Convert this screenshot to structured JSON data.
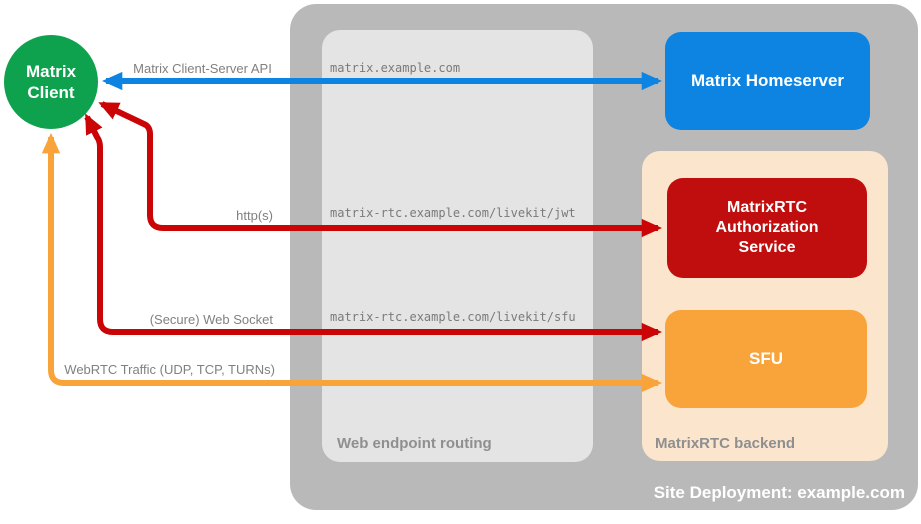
{
  "colors": {
    "bg": "#ffffff",
    "green": "#0FA24E",
    "blue": "#0D84E2",
    "red_box": "#C00D0D",
    "red_arrow": "#CB0505",
    "orange": "#F9A43A",
    "peach": "#FBE5CC",
    "outer_gray": "#B9B9B9",
    "inner_gray": "#E4E4E4",
    "label_gray": "#808080"
  },
  "nodes": {
    "client": {
      "label": "Matrix Client"
    },
    "homeserver": {
      "label": "Matrix Homeserver"
    },
    "auth_service": {
      "label": "MatrixRTC Authorization Service"
    },
    "sfu": {
      "label": "SFU"
    }
  },
  "containers": {
    "site": {
      "label": "Site Deployment: example.com"
    },
    "routing": {
      "label": "Web endpoint routing"
    },
    "backend": {
      "label": "MatrixRTC backend"
    }
  },
  "connections": [
    {
      "protocol": "Matrix Client-Server API",
      "endpoint": "matrix.example.com",
      "color": "blue",
      "from": "Matrix Client",
      "to": "Matrix Homeserver",
      "bidirectional": true
    },
    {
      "protocol": "http(s)",
      "endpoint": "matrix-rtc.example.com/livekit/jwt",
      "color": "red",
      "from": "Matrix Client",
      "to": "MatrixRTC Authorization Service",
      "bidirectional": true
    },
    {
      "protocol": "(Secure) Web Socket",
      "endpoint": "matrix-rtc.example.com/livekit/sfu",
      "color": "red",
      "from": "Matrix Client",
      "to": "SFU",
      "bidirectional": true
    },
    {
      "protocol": "WebRTC Traffic (UDP, TCP, TURNs)",
      "endpoint": "",
      "color": "orange",
      "from": "Matrix Client",
      "to": "SFU",
      "bidirectional": true
    }
  ]
}
